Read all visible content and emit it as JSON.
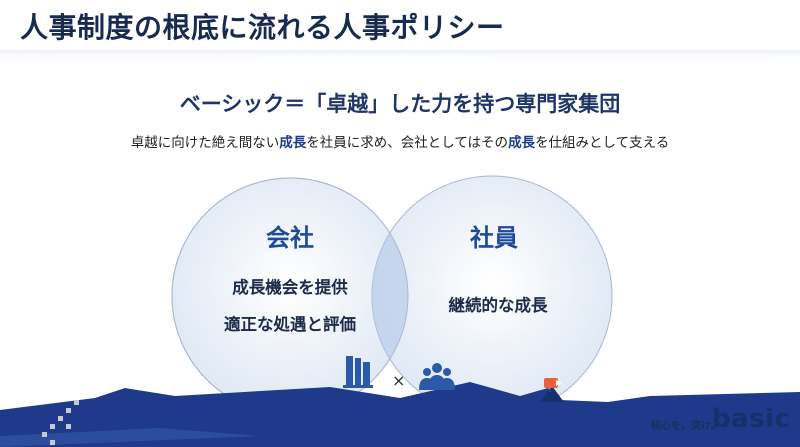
{
  "slide": {
    "title": "人事制度の根底に流れる人事ポリシー"
  },
  "headline": "ベーシック＝「卓越」した力を持つ専門家集団",
  "subline": {
    "part1": "卓越に向けた絶え間ない",
    "highlight1": "成長",
    "part2": "を社員に求め、会社としてはその",
    "highlight2": "成長",
    "part3": "を仕組みとして支える"
  },
  "venn": {
    "left": {
      "title": "会社",
      "item1": "成長機会を提供",
      "item2": "適正な処遇と評価"
    },
    "right": {
      "title": "社員",
      "item1": "継続的な成長"
    },
    "connector": "×"
  },
  "icons": {
    "company": "building-icon",
    "employees": "people-icon",
    "flag": "flag-icon"
  },
  "colors": {
    "brand_navy": "#1a3a8c",
    "accent_orange": "#e8603c"
  },
  "footer": {
    "tagline": "核心を、突け。",
    "brand": "basic"
  }
}
